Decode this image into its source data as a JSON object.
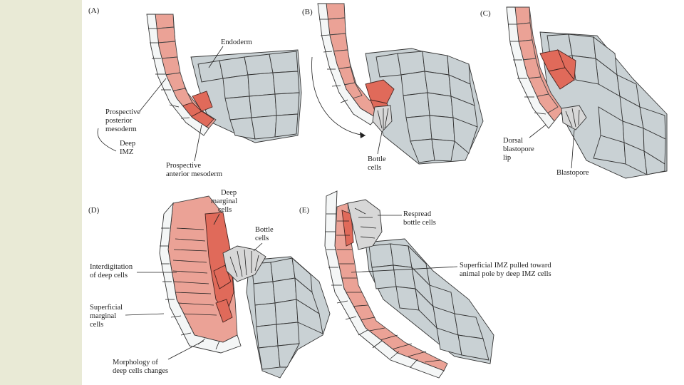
{
  "panels": {
    "a": "(A)",
    "b": "(B)",
    "c": "(C)",
    "d": "(D)",
    "e": "(E)"
  },
  "labels": {
    "endoderm": "Endoderm",
    "prospective_posterior_1": "Prospective",
    "prospective_posterior_2": "posterior",
    "prospective_posterior_3": "mesoderm",
    "deep_imz_1": "Deep",
    "deep_imz_2": "IMZ",
    "prospective_anterior_1": "Prospective",
    "prospective_anterior_2": "anterior mesoderm",
    "bottle_cells_b_1": "Bottle",
    "bottle_cells_b_2": "cells",
    "dorsal_lip_1": "Dorsal",
    "dorsal_lip_2": "blastopore",
    "dorsal_lip_3": "lip",
    "blastopore": "Blastopore",
    "deep_marginal_1": "Deep",
    "deep_marginal_2": "marginal",
    "deep_marginal_3": "cells",
    "bottle_cells_d_1": "Bottle",
    "bottle_cells_d_2": "cells",
    "interdigitation_1": "Interdigitation",
    "interdigitation_2": "of deep cells",
    "superficial_marginal_1": "Superficial",
    "superficial_marginal_2": "marginal",
    "superficial_marginal_3": "cells",
    "morphology_1": "Morphology of",
    "morphology_2": "deep cells changes",
    "respread_1": "Respread",
    "respread_2": "bottle cells",
    "superficial_imz_1": "Superficial IMZ pulled toward",
    "superficial_imz_2": "animal pole by deep IMZ cells"
  },
  "colors": {
    "side_strip": "#e9ead6",
    "grey_cells": "#c9d1d4",
    "pink_cells": "#eba296",
    "red_cells": "#e06a5a"
  }
}
